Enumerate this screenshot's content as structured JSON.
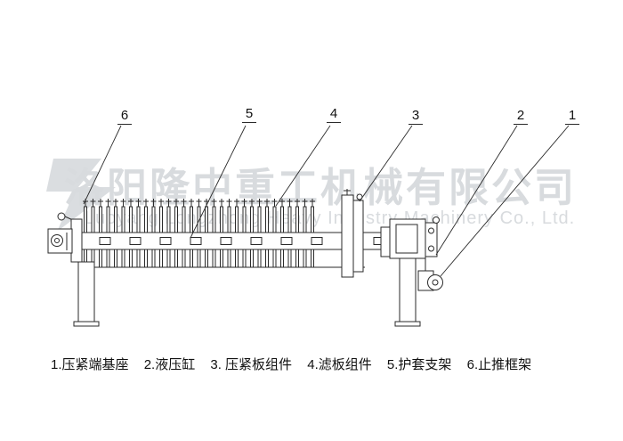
{
  "watermark": {
    "company_cn": "洛阳隆中重工机械有限公司",
    "company_en": "Luoyang Longzhong Heavy Industry Machinery Co., Ltd."
  },
  "callouts": {
    "items": [
      "6",
      "5",
      "4",
      "3",
      "2",
      "1"
    ]
  },
  "legend": {
    "items": [
      "1.压紧端基座",
      "2.液压缸",
      "3. 压紧板组件",
      "4.滤板组件",
      "5.护套支架",
      "6.止推框架"
    ]
  },
  "drawing": {
    "plate_count": 31,
    "line_color": "#2a2a2a",
    "watermark_color": "#d8dbde"
  }
}
